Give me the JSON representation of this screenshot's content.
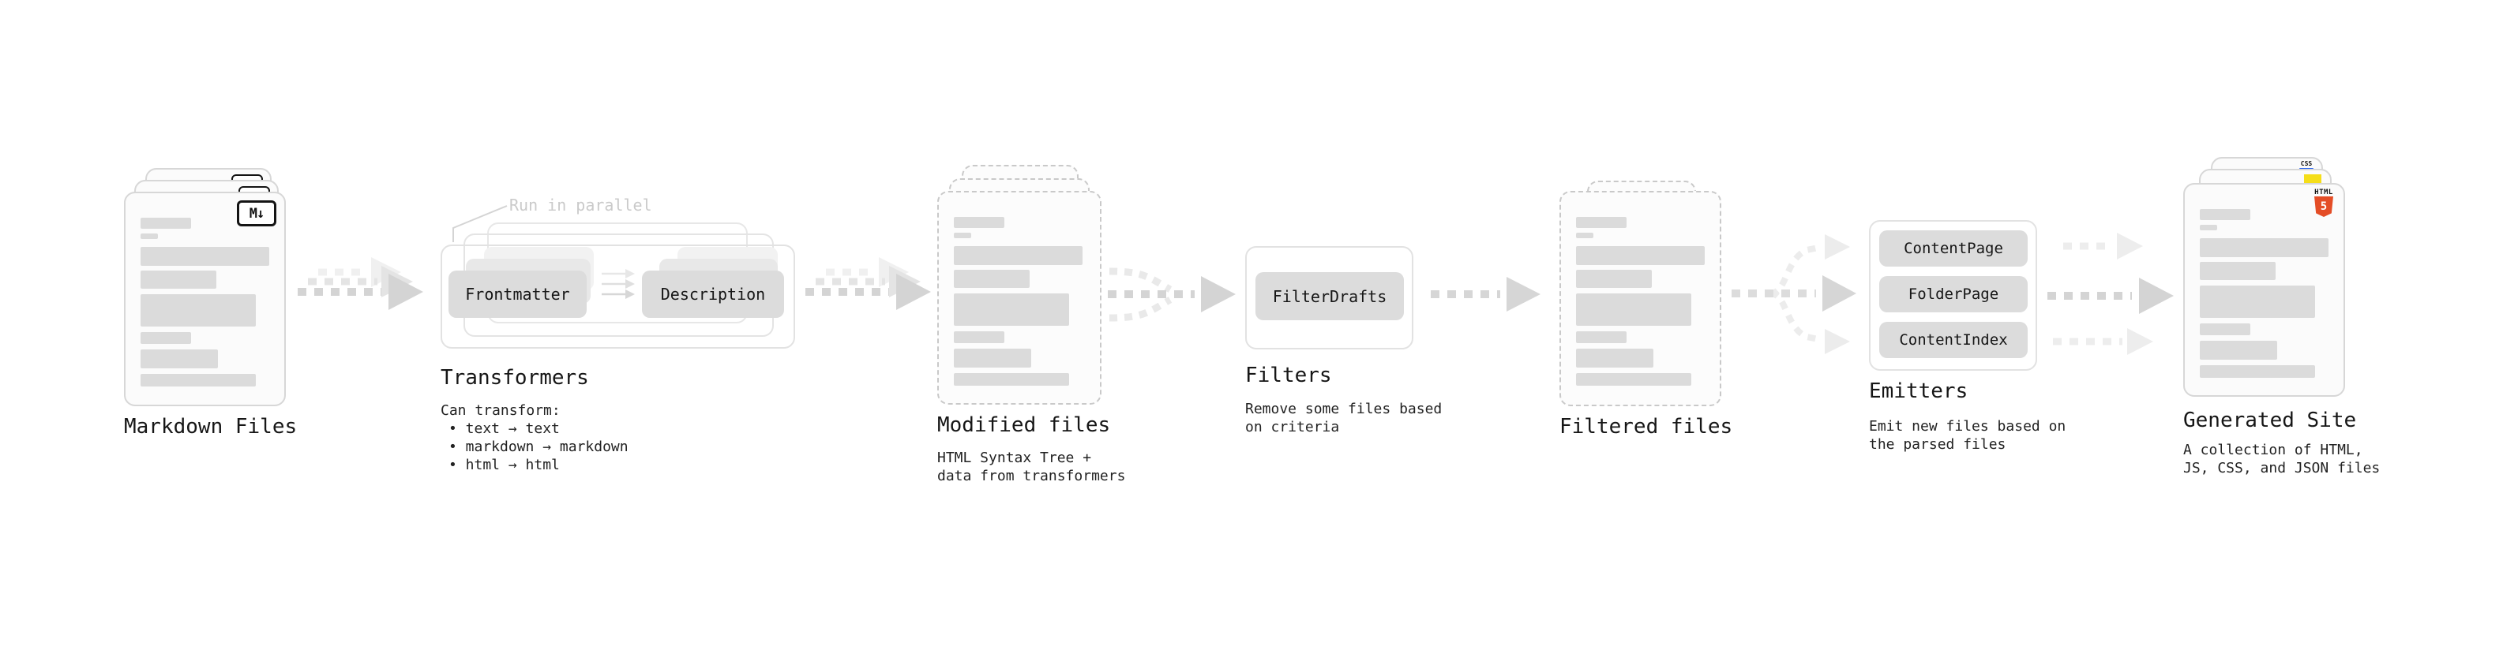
{
  "diagram": {
    "annotation_run_in_parallel": "Run in parallel",
    "nodes": {
      "markdown_files": {
        "title": "Markdown Files"
      },
      "transformers": {
        "title": "Transformers",
        "pill_frontmatter": "Frontmatter",
        "pill_description": "Description",
        "note_heading": "Can transform:",
        "bullet_1": "• text → text",
        "bullet_2": "• markdown → markdown",
        "bullet_3": "• html → html"
      },
      "modified_files": {
        "title": "Modified files",
        "subtitle_line_1": "HTML Syntax Tree +",
        "subtitle_line_2": "data from transformers"
      },
      "filters": {
        "title": "Filters",
        "pill_filterdrafts": "FilterDrafts",
        "subtitle_line_1": "Remove some files based",
        "subtitle_line_2": "on criteria"
      },
      "filtered_files": {
        "title": "Filtered files"
      },
      "emitters": {
        "title": "Emitters",
        "pill_contentpage": "ContentPage",
        "pill_folderpage": "FolderPage",
        "pill_contentindex": "ContentIndex",
        "subtitle_line_1": "Emit new files based on",
        "subtitle_line_2": "the parsed files"
      },
      "generated_site": {
        "title": "Generated Site",
        "subtitle_line_1": "A collection of HTML,",
        "subtitle_line_2": "JS, CSS, and JSON files"
      }
    },
    "badges": {
      "markdown": "M↓",
      "html5_wordmark": "HTML",
      "html5_numeral": "5",
      "css_wordmark": "CSS"
    },
    "colors": {
      "html5_orange": "#e44d26",
      "js_yellow": "#f5de19",
      "css_blue": "#2965f1"
    }
  }
}
